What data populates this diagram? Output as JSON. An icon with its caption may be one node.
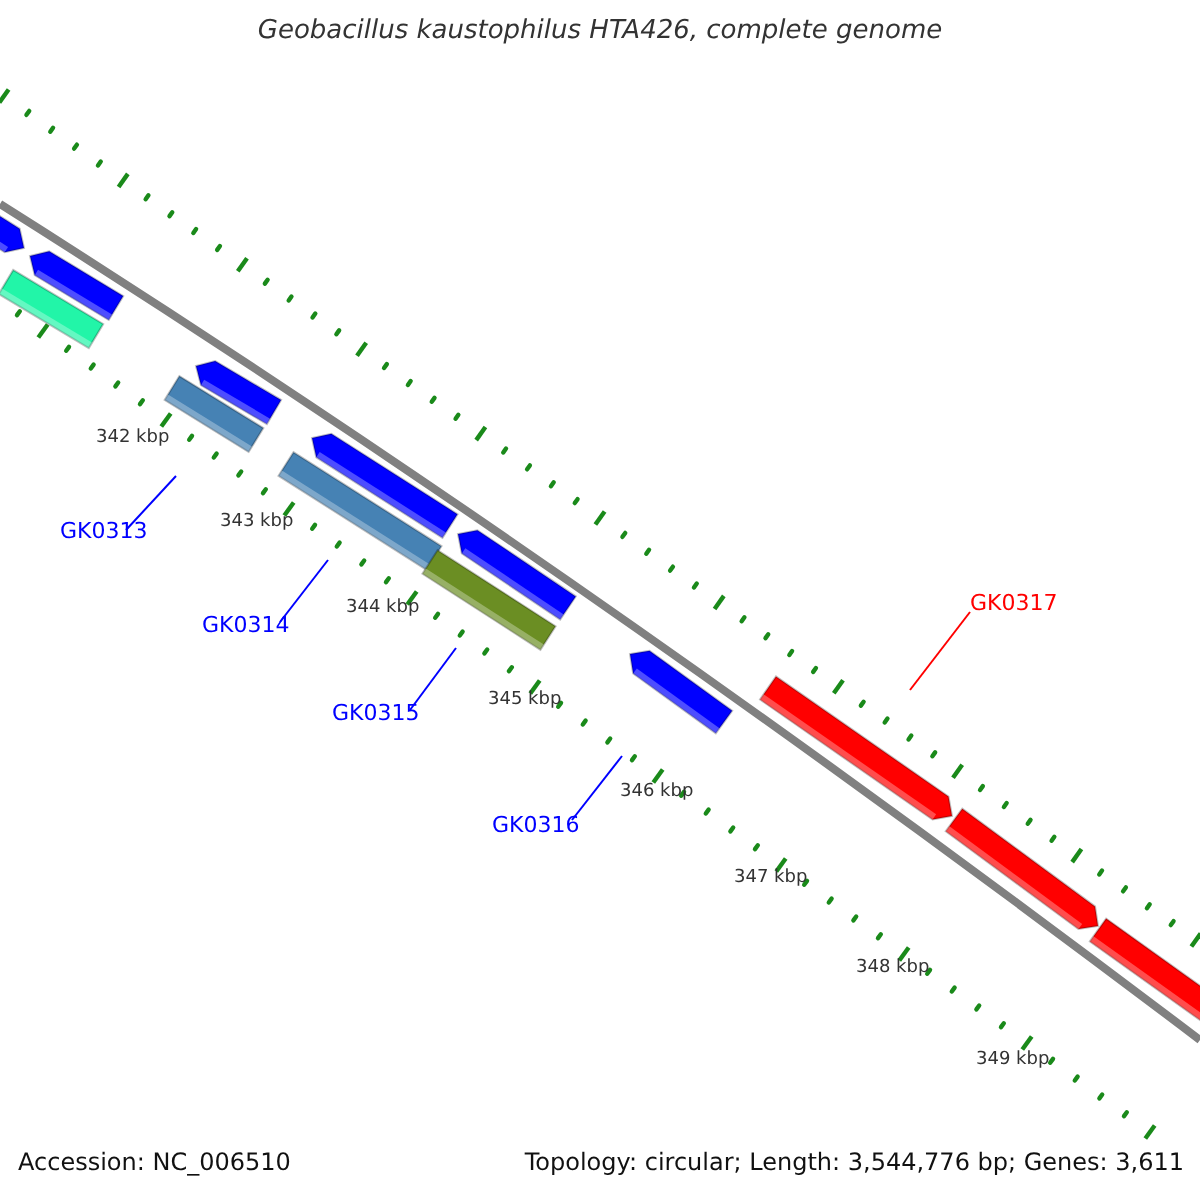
{
  "diagram": {
    "title": "Geobacillus kaustophilus HTA426, complete genome",
    "nodes": [
      {
        "text": [
          "GK0313"
        ]
      },
      {
        "text": [
          "GK0314"
        ]
      },
      {
        "text": [
          "GK0315"
        ]
      },
      {
        "text": [
          "GK0316"
        ]
      },
      {
        "text": [
          "GK0317"
        ]
      }
    ],
    "edges": [
      {
        "from": 0,
        "to": null,
        "arrow": "none"
      },
      {
        "from": 1,
        "to": null,
        "arrow": "none"
      },
      {
        "from": 2,
        "to": null,
        "arrow": "none"
      },
      {
        "from": 3,
        "to": null,
        "arrow": "none"
      },
      {
        "from": 4,
        "to": null,
        "arrow": "none",
        "color": "#ff0000"
      }
    ],
    "labels": [
      "342 kbp",
      "343 kbp",
      "344 kbp",
      "345 kbp",
      "346 kbp",
      "347 kbp",
      "348 kbp",
      "349 kbp",
      "Accession: NC_006510",
      "Topology: circular; Length: 3,544,776 bp; Genes: 3,611"
    ]
  }
}
